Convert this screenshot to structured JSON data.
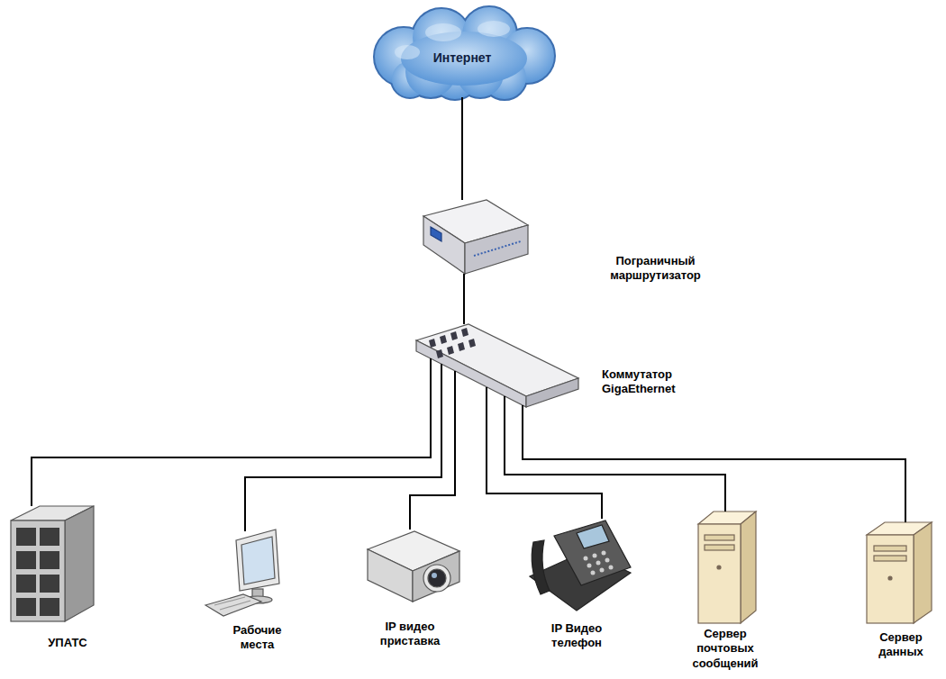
{
  "diagram": {
    "nodes": [
      {
        "text": [
          "Интернет"
        ]
      },
      {
        "text": [
          "Пограничный маршрутизатор"
        ]
      },
      {
        "text": [
          "Коммутатор GigaEthernet"
        ]
      },
      {
        "text": [
          "УПАТС"
        ]
      },
      {
        "text": [
          "Рабочие места"
        ]
      },
      {
        "text": [
          "IP видео приставка"
        ]
      },
      {
        "text": [
          "IP Видео телефон"
        ]
      },
      {
        "text": [
          "Сервер почтовых сообщений"
        ]
      },
      {
        "text": [
          "Сервер данных"
        ]
      }
    ],
    "edges": [
      {
        "from": 0,
        "to": 1,
        "arrow": "none"
      },
      {
        "from": 1,
        "to": 2,
        "arrow": "none"
      },
      {
        "from": 2,
        "to": 3,
        "arrow": "none"
      },
      {
        "from": 2,
        "to": 4,
        "arrow": "none"
      },
      {
        "from": 2,
        "to": 5,
        "arrow": "none"
      },
      {
        "from": 2,
        "to": 6,
        "arrow": "none"
      },
      {
        "from": 2,
        "to": 7,
        "arrow": "none"
      },
      {
        "from": 2,
        "to": 8,
        "arrow": "none"
      }
    ]
  }
}
